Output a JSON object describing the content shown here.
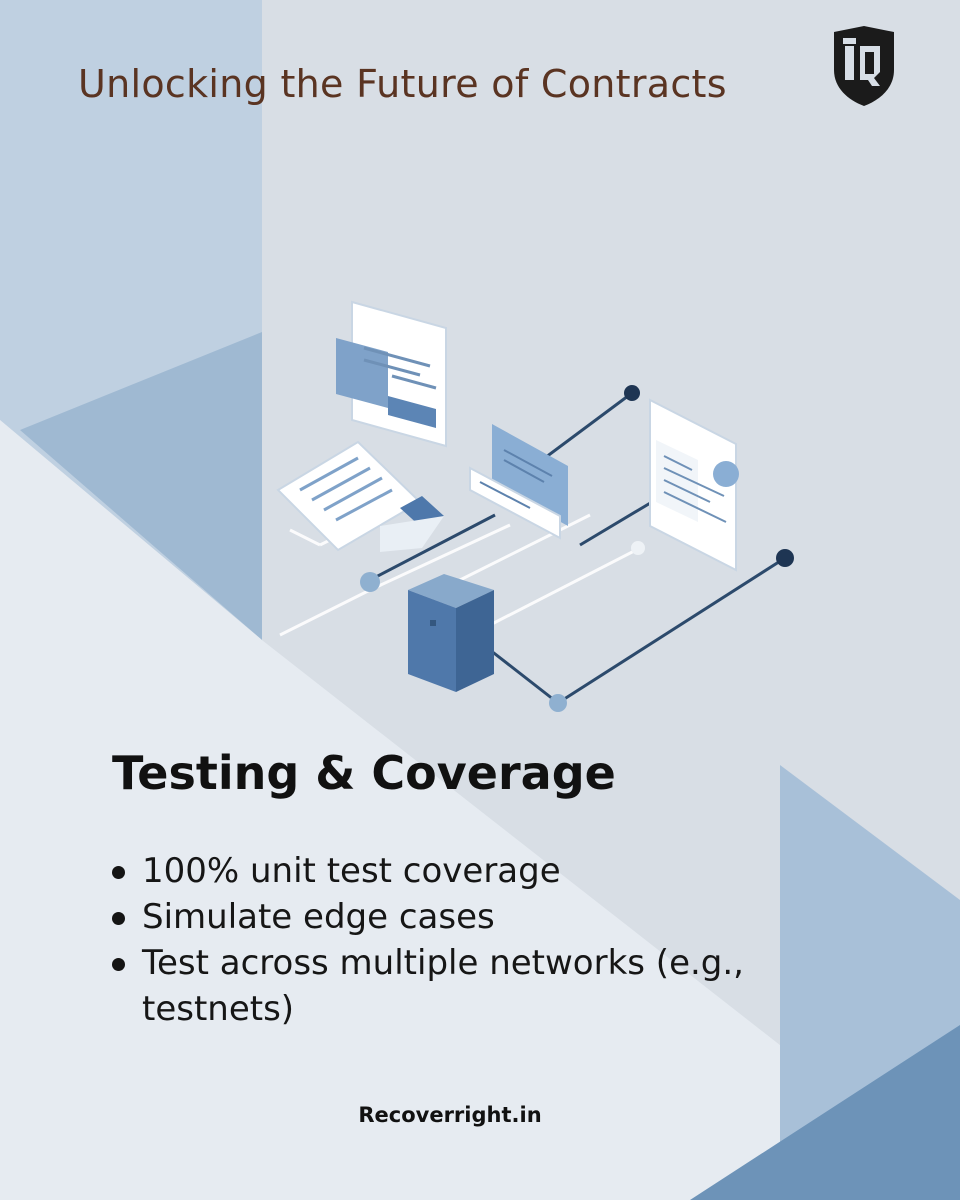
{
  "header": {
    "title": "Unlocking the Future of Contracts"
  },
  "brand": {
    "logo_icon": "shield-iq-logo-icon",
    "logo_color": "#1b1b1b"
  },
  "content": {
    "heading": "Testing & Coverage",
    "bullets": [
      "100% unit test coverage",
      "Simulate edge cases",
      "Test across multiple networks (e.g., testnets)"
    ]
  },
  "footer": {
    "site": "Recoverright.in"
  },
  "colors": {
    "accent_blue": "#4f78aa",
    "title_brown": "#5a3422",
    "text_dark": "#111111"
  }
}
